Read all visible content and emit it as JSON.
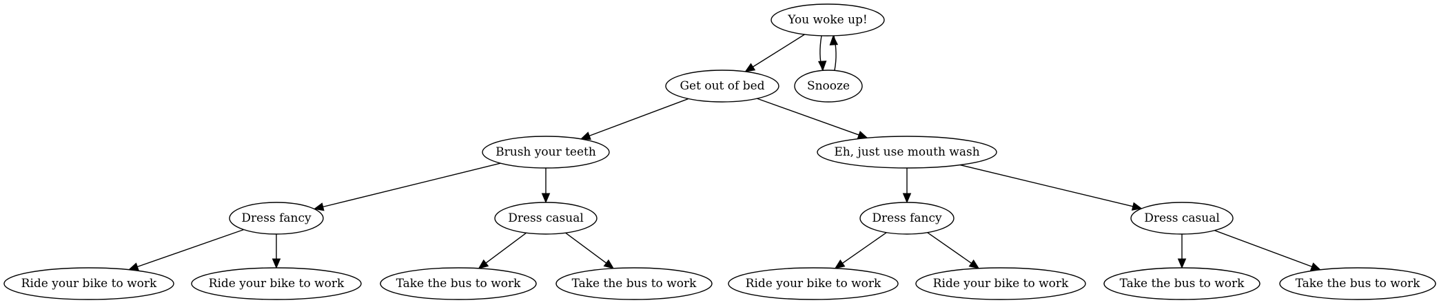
{
  "nodes": [
    {
      "id": "woke",
      "label": "You woke up!"
    },
    {
      "id": "bed",
      "label": "Get out of bed"
    },
    {
      "id": "snooze",
      "label": "Snooze"
    },
    {
      "id": "brush",
      "label": "Brush your teeth"
    },
    {
      "id": "mouthwash",
      "label": "Eh, just use mouth wash"
    },
    {
      "id": "fancy1",
      "label": "Dress fancy"
    },
    {
      "id": "casual1",
      "label": "Dress casual"
    },
    {
      "id": "fancy2",
      "label": "Dress fancy"
    },
    {
      "id": "casual2",
      "label": "Dress casual"
    },
    {
      "id": "bike1",
      "label": "Ride your bike to work"
    },
    {
      "id": "bike2",
      "label": "Ride your bike to work"
    },
    {
      "id": "bus1",
      "label": "Take the bus to work"
    },
    {
      "id": "bus2",
      "label": "Take the bus to work"
    },
    {
      "id": "bike3",
      "label": "Ride your bike to work"
    },
    {
      "id": "bike4",
      "label": "Ride your bike to work"
    },
    {
      "id": "bus3",
      "label": "Take the bus to work"
    },
    {
      "id": "bus4",
      "label": "Take the bus to work"
    }
  ],
  "edges": [
    {
      "from": "woke",
      "to": "bed"
    },
    {
      "from": "woke",
      "to": "snooze"
    },
    {
      "from": "snooze",
      "to": "woke"
    },
    {
      "from": "bed",
      "to": "brush"
    },
    {
      "from": "bed",
      "to": "mouthwash"
    },
    {
      "from": "brush",
      "to": "fancy1"
    },
    {
      "from": "brush",
      "to": "casual1"
    },
    {
      "from": "mouthwash",
      "to": "fancy2"
    },
    {
      "from": "mouthwash",
      "to": "casual2"
    },
    {
      "from": "fancy1",
      "to": "bike1"
    },
    {
      "from": "fancy1",
      "to": "bike2"
    },
    {
      "from": "casual1",
      "to": "bus1"
    },
    {
      "from": "casual1",
      "to": "bus2"
    },
    {
      "from": "fancy2",
      "to": "bike3"
    },
    {
      "from": "fancy2",
      "to": "bike4"
    },
    {
      "from": "casual2",
      "to": "bus3"
    },
    {
      "from": "casual2",
      "to": "bus4"
    }
  ]
}
